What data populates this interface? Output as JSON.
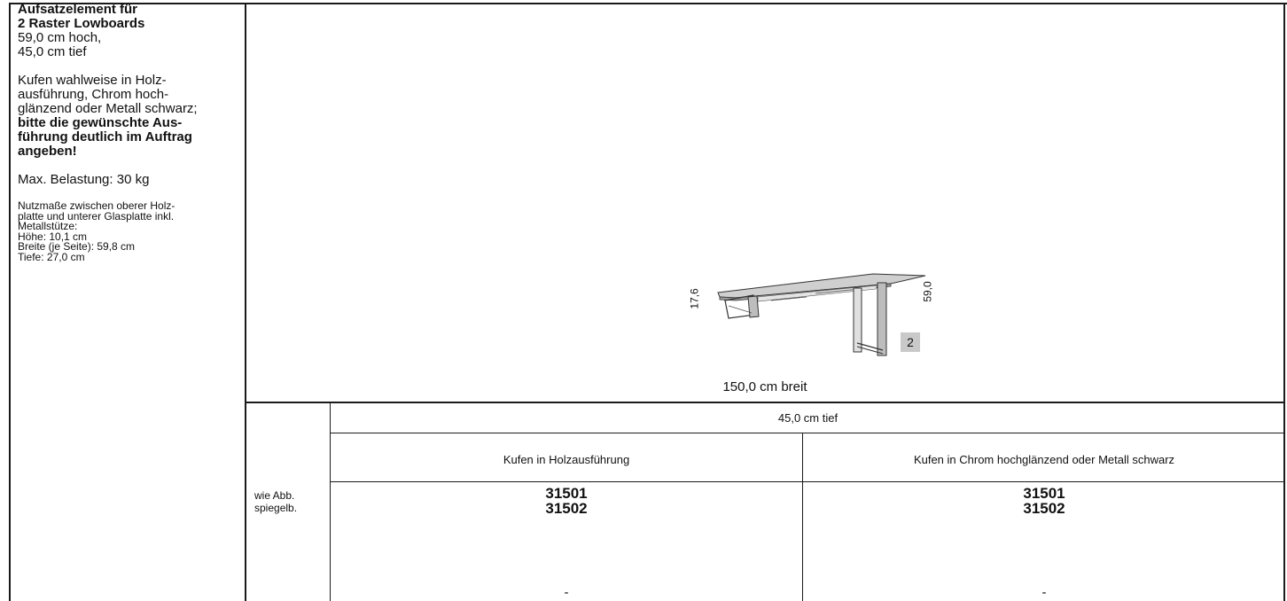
{
  "description": {
    "title_line1": "Aufsatzelement für",
    "title_line2": "2 Raster Lowboards",
    "height": "59,0 cm hoch,",
    "depth": "45,0 cm tief",
    "runners_lines": [
      "Kufen wahlweise in Holz-",
      "ausführung, Chrom hoch-",
      "glänzend oder Metall schwarz;"
    ],
    "note_bold_lines": [
      "bitte die gewünschte Aus-",
      "führung deutlich im Auftrag",
      "angeben!"
    ],
    "max_load": "Max. Belastung: 30 kg",
    "usable_lines": [
      "Nutzmaße zwischen oberer Holz-",
      "platte und unterer Glasplatte inkl.",
      "Metallstütze:",
      "Höhe: 10,1 cm",
      "Breite (je Seite): 59,8 cm",
      "Tiefe: 27,0 cm"
    ]
  },
  "drawing": {
    "dim_left": "17,6",
    "dim_right": "59,0",
    "badge": "2",
    "width_label": "150,0 cm breit"
  },
  "table": {
    "depth_header": "45,0 cm tief",
    "col1_header": "Kufen in Holzausführung",
    "col2_header": "Kufen in Chrom hochglänzend oder Metall schwarz",
    "row_label_line1": "wie Abb.",
    "row_label_line2": "spiegelb.",
    "col1_codes": [
      "31501",
      "31502"
    ],
    "col2_codes": [
      "31501",
      "31502"
    ],
    "col1_dash": "-",
    "col2_dash": "-"
  }
}
